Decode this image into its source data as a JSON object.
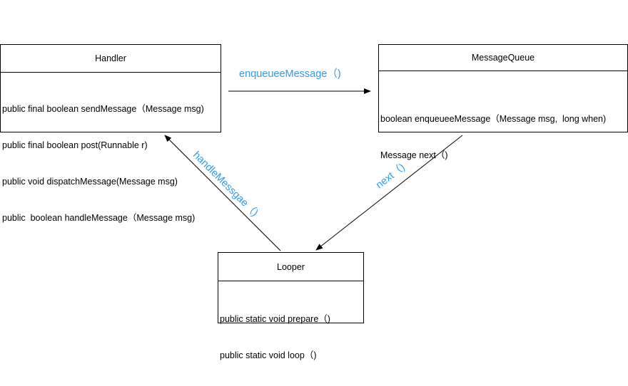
{
  "handler": {
    "title": "Handler",
    "methods": [
      "public final boolean sendMessage（Message msg)",
      "public final boolean post(Runnable r)",
      "public void dispatchMessage(Message msg)",
      "public  boolean handleMessage（Message msg)"
    ]
  },
  "message_queue": {
    "title": "MessageQueue",
    "methods": [
      "boolean enqueueeMessage（Message msg,  long when)",
      "Message next（)"
    ]
  },
  "looper": {
    "title": "Looper",
    "methods": [
      "public static void prepare（)",
      "public static void loop（)"
    ]
  },
  "edges": {
    "enqueue_label": "enqueueeMessage（)",
    "next_label": "next（)",
    "handle_label": "handleMessgae（)"
  },
  "colors": {
    "label": "#2e9af0",
    "line": "#000000"
  }
}
